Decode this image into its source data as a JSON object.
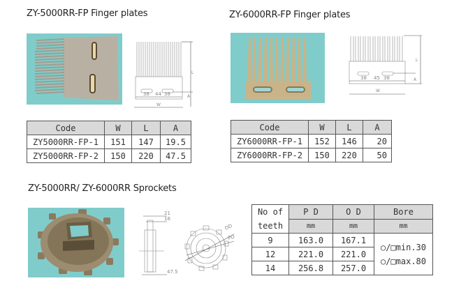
{
  "sections": {
    "fp5000": {
      "title": "ZY-5000RR-FP Finger plates",
      "photo": "finger-plate-5000-photo",
      "drawing": {
        "dim_slot1": "38",
        "dim_gap": "44",
        "dim_slot2": "38",
        "label_w": "W",
        "label_l": "L",
        "label_a": "A"
      },
      "table": {
        "headers": [
          "Code",
          "W",
          "L",
          "A"
        ],
        "rows": [
          [
            "ZY5000RR-FP-1",
            "151",
            "147",
            "19.5"
          ],
          [
            "ZY5000RR-FP-2",
            "150",
            "220",
            "47.5"
          ]
        ]
      }
    },
    "fp6000": {
      "title": "ZY-6000RR-FP Finger plates",
      "photo": "finger-plate-6000-photo",
      "drawing": {
        "dim_slot1": "38",
        "dim_gap": "45",
        "dim_slot2": "38",
        "label_w": "W",
        "label_l": "L",
        "label_a": "A"
      },
      "table": {
        "headers": [
          "Code",
          "W",
          "L",
          "A"
        ],
        "rows": [
          [
            "ZY6000RR-FP-1",
            "152",
            "146",
            "20"
          ],
          [
            "ZY6000RR-FP-2",
            "150",
            "220",
            "50"
          ]
        ]
      }
    },
    "sprockets": {
      "title": "ZY-5000RR/ ZY-6000RR Sprockets",
      "photo": "sprocket-photo",
      "drawing": {
        "dim_21": "21",
        "dim_16": "16",
        "dim_47_5": "47.5",
        "label_od": "OD",
        "label_pd": "PD"
      },
      "table": {
        "headers": [
          "No of",
          "P D",
          "O D",
          "Bore"
        ],
        "subheaders": [
          "teeth",
          "mm",
          "mm",
          "mm"
        ],
        "rows": [
          [
            "9",
            "163.0",
            "167.1"
          ],
          [
            "12",
            "221.0",
            "221.0"
          ],
          [
            "14",
            "256.8",
            "257.0"
          ]
        ],
        "bore_min": "○/□min.30",
        "bore_max": "○/□max.80"
      }
    }
  },
  "colors": {
    "photo_bg": "#80cccb",
    "header_bg": "#d9d9d9",
    "part_tan": "#c9b48a",
    "part_grey": "#b9b3a6"
  }
}
